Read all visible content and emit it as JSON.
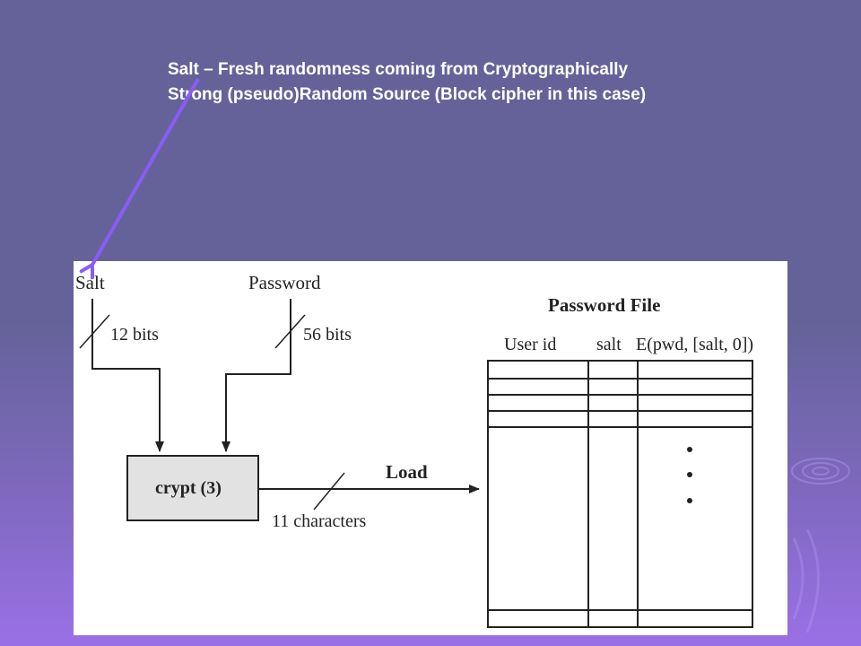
{
  "caption": {
    "line1": "Salt – Fresh randomness coming from Cryptographically",
    "line2": "Strong  (pseudo)Random Source (Block cipher in this case)"
  },
  "diagram": {
    "salt_label": "Salt",
    "password_label": "Password",
    "salt_bits": "12 bits",
    "password_bits": "56 bits",
    "crypt_label": "crypt (3)",
    "load_label": "Load",
    "output_chars": "11 characters",
    "file_title": "Password File",
    "columns": [
      "User id",
      "salt",
      "E(pwd, [salt, 0])"
    ]
  },
  "colors": {
    "background": "#656299",
    "arrow": "#8a5cf6",
    "crypt_box": "#e2e2e2"
  }
}
